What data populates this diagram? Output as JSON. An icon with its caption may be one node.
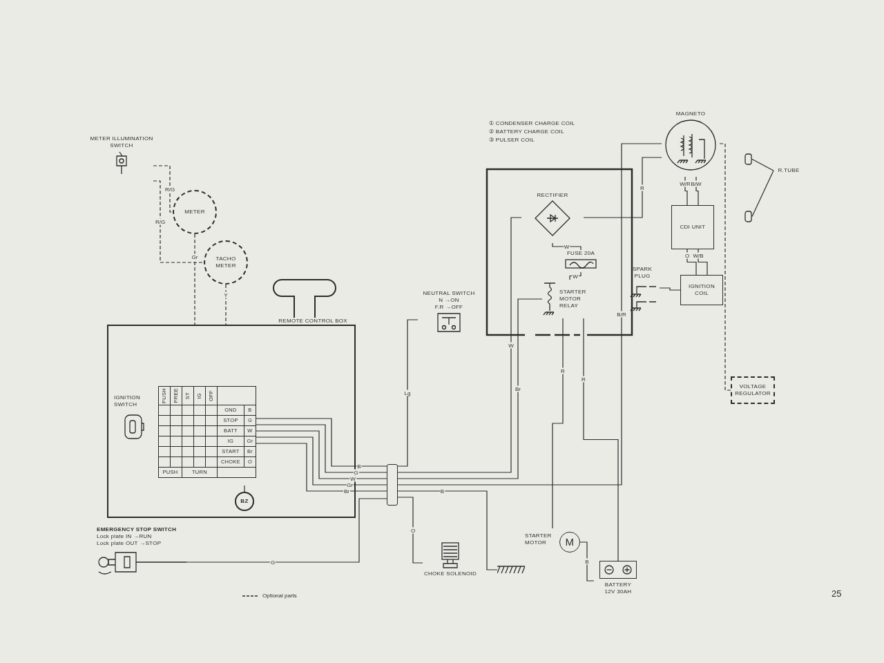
{
  "diagram": {
    "nodes": [
      {
        "text": [
          "METER ILLUMINATION SWITCH"
        ]
      },
      {
        "text": [
          "METER"
        ]
      },
      {
        "text": [
          "TACHO METER"
        ]
      },
      {
        "text": [
          "REMOTE CONTROL BOX"
        ]
      },
      {
        "text": [
          "IGNITION SWITCH"
        ],
        "in": 3
      },
      {
        "text": [
          "EMERGENCY STOP SWITCH",
          "Lock plate IN →RUN",
          "Lock plate OUT →STOP"
        ]
      },
      {
        "text": [
          "BZ"
        ],
        "in": 3
      },
      {
        "text": [
          "NEUTRAL SWITCH",
          "N →ON",
          "F.R →OFF"
        ]
      },
      {
        "text": [
          "RECTIFIER"
        ]
      },
      {
        "text": [
          "FUSE 20A"
        ]
      },
      {
        "text": [
          "STARTER MOTOR RELAY"
        ]
      },
      {
        "text": [
          "MAGNETO"
        ]
      },
      {
        "text": [
          "CDI UNIT"
        ]
      },
      {
        "text": [
          "IGNITION COIL"
        ]
      },
      {
        "text": [
          "SPARK PLUG"
        ]
      },
      {
        "text": [
          "VOLTAGE REGULATOR"
        ]
      },
      {
        "text": [
          "M"
        ],
        "beside": [
          "STARTER MOTOR"
        ]
      },
      {
        "text": [
          "BATTERY 12V 30AH"
        ]
      },
      {
        "text": [
          "CHOKE SOLENOID"
        ]
      },
      {
        "text": [],
        "shape": "ground"
      },
      {
        "text": [
          "R.TUBE"
        ]
      },
      {
        "text": [],
        "shape": "box"
      },
      {
        "text": [],
        "shape": "tube"
      },
      {
        "text": [],
        "shape": "tube"
      }
    ],
    "edges": [
      {
        "from": 0,
        "to": 1,
        "arrow": "none",
        "label": "R/G",
        "style": "dashed"
      },
      {
        "from": 0,
        "to": 2,
        "arrow": "none",
        "label": "R/G",
        "style": "dashed"
      },
      {
        "from": 1,
        "to": 3,
        "arrow": "none",
        "label": "Gr",
        "style": "dashed"
      },
      {
        "from": 2,
        "to": 3,
        "arrow": "none",
        "label": "Y",
        "style": "dashed"
      },
      {
        "from": 4,
        "to": 21,
        "arrow": "none",
        "label": "B"
      },
      {
        "from": 4,
        "to": 21,
        "arrow": "none",
        "label": "G"
      },
      {
        "from": 4,
        "to": 21,
        "arrow": "none",
        "label": "W"
      },
      {
        "from": 4,
        "to": 21,
        "arrow": "none",
        "label": "Gr"
      },
      {
        "from": 4,
        "to": 21,
        "arrow": "none",
        "label": "Br"
      },
      {
        "from": 4,
        "to": 6,
        "arrow": "none"
      },
      {
        "from": 5,
        "to": 21,
        "arrow": "none",
        "label": "G"
      },
      {
        "from": 21,
        "to": 18,
        "arrow": "none",
        "label": "O"
      },
      {
        "from": 21,
        "to": 19,
        "arrow": "none",
        "label": "B"
      },
      {
        "from": 21,
        "to": 7,
        "arrow": "none",
        "label": "Lg"
      },
      {
        "from": 21,
        "to": 10,
        "arrow": "none",
        "label": "Br"
      },
      {
        "from": 21,
        "to": 8,
        "arrow": "none",
        "label": "W"
      },
      {
        "from": 8,
        "to": 11,
        "arrow": "none",
        "label": "R"
      },
      {
        "from": 8,
        "to": 9,
        "arrow": "none",
        "label": "W"
      },
      {
        "from": 9,
        "to": 10,
        "arrow": "none",
        "label": "W"
      },
      {
        "from": 10,
        "to": 16,
        "arrow": "none",
        "label": "R"
      },
      {
        "from": 10,
        "to": 17,
        "arrow": "none",
        "label": "R"
      },
      {
        "from": 16,
        "to": 17,
        "arrow": "none",
        "label": "B"
      },
      {
        "from": 11,
        "to": 12,
        "arrow": "none",
        "label": "W/R"
      },
      {
        "from": 11,
        "to": 12,
        "arrow": "none",
        "label": "B/W"
      },
      {
        "from": 12,
        "to": 13,
        "arrow": "none",
        "label": "O"
      },
      {
        "from": 12,
        "to": 13,
        "arrow": "none",
        "label": "W/B"
      },
      {
        "from": 13,
        "to": 14,
        "arrow": "none"
      },
      {
        "from": 11,
        "to": 15,
        "arrow": "none",
        "style": "dashed"
      },
      {
        "from": 20,
        "to": 22,
        "arrow": "none"
      },
      {
        "from": 20,
        "to": 23,
        "arrow": "none"
      },
      {
        "from": 11,
        "to": 21,
        "arrow": "none",
        "label": "B/R"
      }
    ],
    "labels": [
      "① CONDENSER CHARGE COIL",
      "② BATTERY CHARGE COIL",
      "③ PULSER COIL",
      "PUSH",
      "FREE",
      "ST",
      "IG",
      "OFF",
      "GND",
      "B",
      "STOP",
      "G",
      "BATT",
      "W",
      "IG",
      "Gr",
      "START",
      "Br",
      "CHOKE",
      "O",
      "PUSH",
      "TURN",
      "25"
    ],
    "legend": [
      {
        "text": "Optional parts"
      }
    ]
  }
}
